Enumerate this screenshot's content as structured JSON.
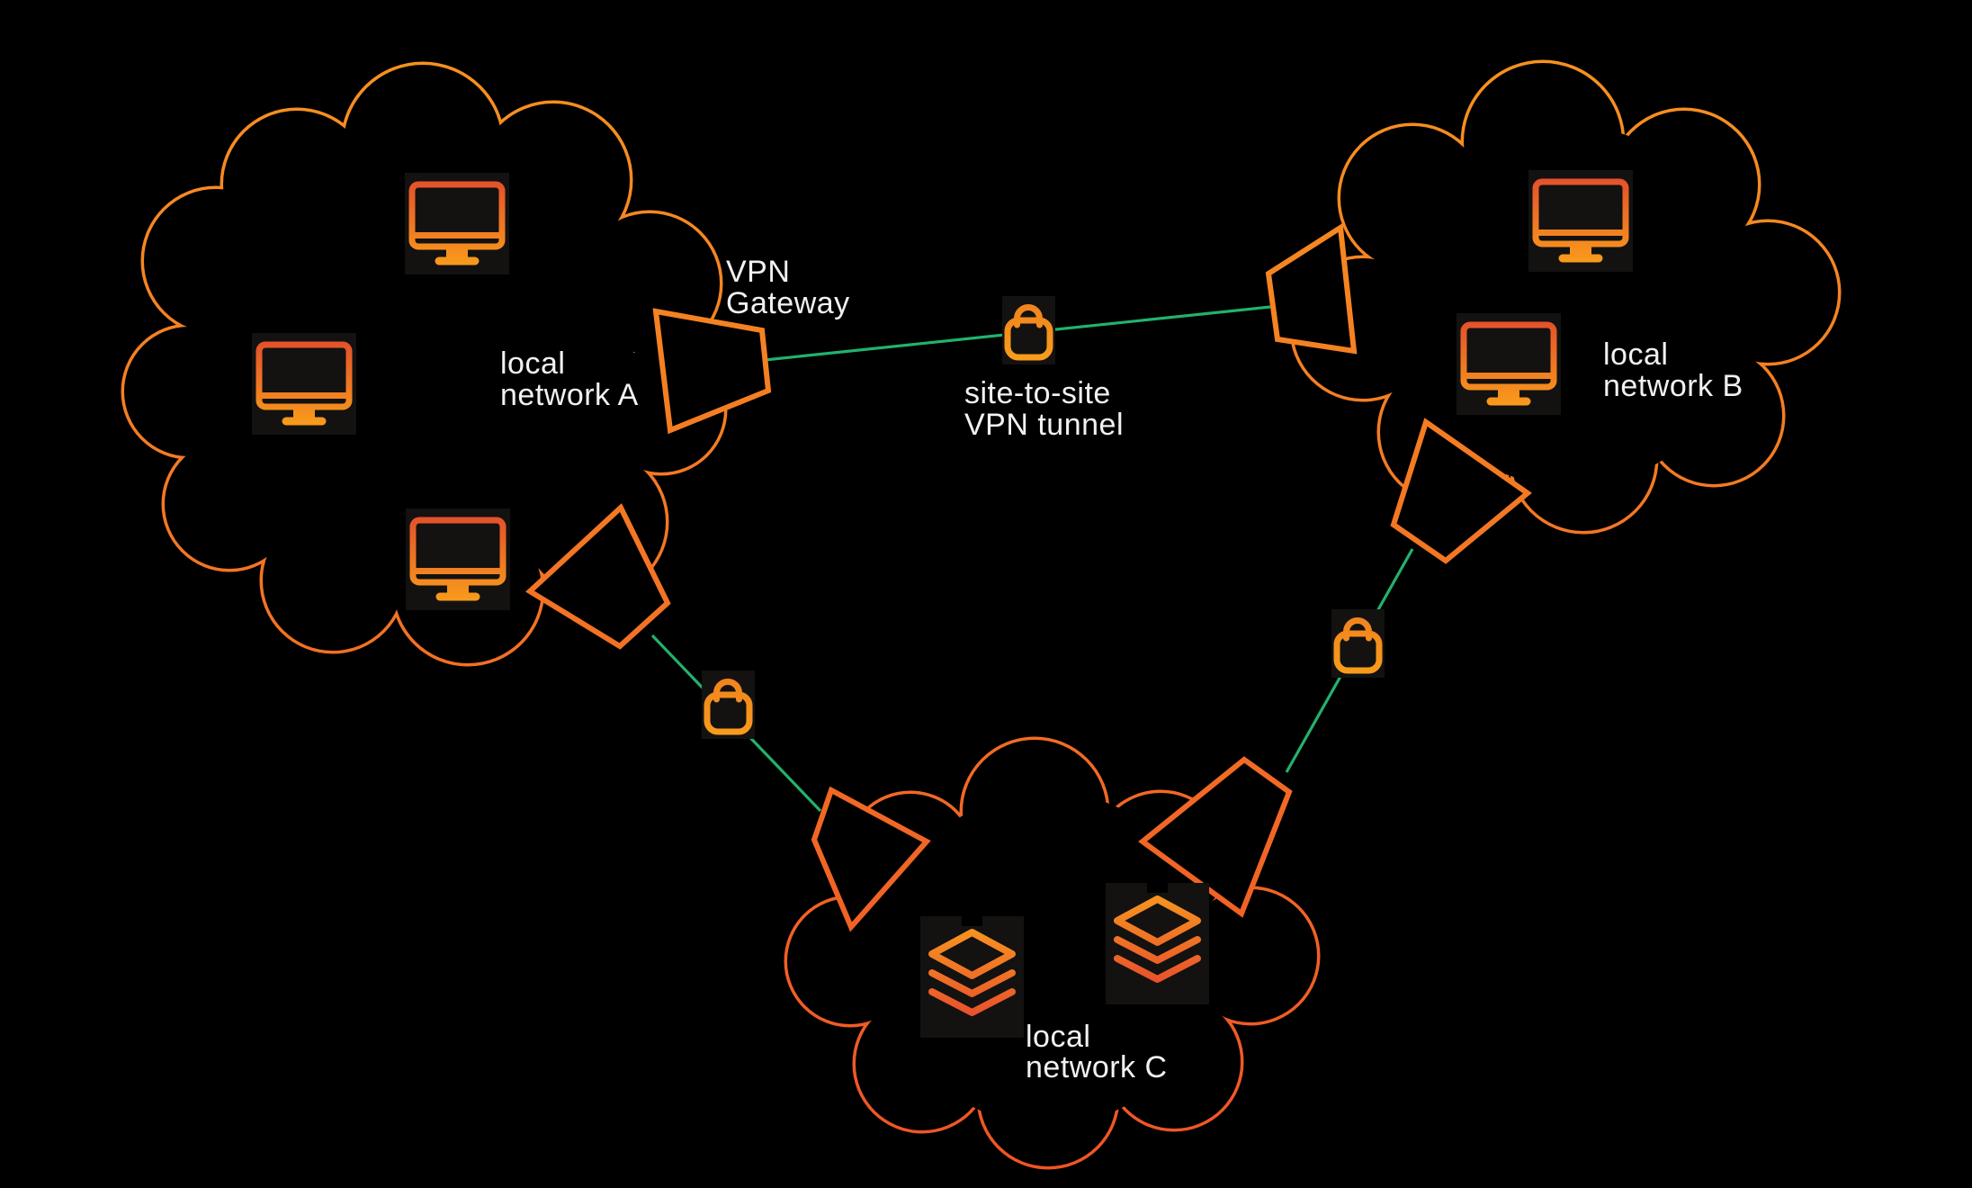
{
  "labels": {
    "vpn_gateway": {
      "line1": "VPN",
      "line2": "Gateway"
    },
    "tunnel": {
      "line1": "site-to-site",
      "line2": "VPN tunnel"
    },
    "network_a": {
      "line1": "local",
      "line2": "network A"
    },
    "network_b": {
      "line1": "local",
      "line2": "network B"
    },
    "network_c": {
      "line1": "local",
      "line2": "network C"
    }
  },
  "colors": {
    "background": "#000000",
    "outline_orange_top": "#f79420",
    "outline_orange_bottom": "#ef5327",
    "icon_red": "#e4512a",
    "icon_orange": "#f99d1b",
    "stack_orange_top": "#f79420",
    "stack_red_bottom": "#e9512c",
    "lock_orange_top": "#f0811f",
    "lock_orange_bottom": "#f89c1b",
    "tunnel_green": "#22b26d",
    "text": "#f1f1f1",
    "icon_backdrop": "#131211"
  },
  "networks": [
    {
      "id": "A",
      "label": "local network A",
      "device_icons": [
        "monitor-icon",
        "monitor-icon",
        "monitor-icon"
      ],
      "gateway_icons": [
        "vpn-gateway-icon",
        "vpn-gateway-icon"
      ]
    },
    {
      "id": "B",
      "label": "local network B",
      "device_icons": [
        "monitor-icon",
        "monitor-icon"
      ],
      "gateway_icons": [
        "vpn-gateway-icon",
        "vpn-gateway-icon"
      ]
    },
    {
      "id": "C",
      "label": "local network C",
      "device_icons": [
        "stack-icon",
        "stack-icon"
      ],
      "gateway_icons": [
        "vpn-gateway-icon",
        "vpn-gateway-icon"
      ]
    }
  ],
  "tunnels": [
    {
      "from": "A",
      "to": "B",
      "lock": "lock-icon"
    },
    {
      "from": "A",
      "to": "C",
      "lock": "lock-icon"
    },
    {
      "from": "B",
      "to": "C",
      "lock": "lock-icon"
    }
  ]
}
